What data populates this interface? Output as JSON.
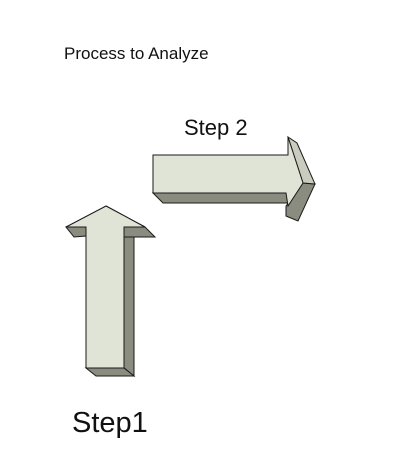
{
  "diagram": {
    "title": "Process to Analyze",
    "steps": [
      {
        "id": "step1",
        "label": "Step1",
        "direction": "up"
      },
      {
        "id": "step2",
        "label": "Step 2",
        "direction": "right"
      }
    ],
    "colors": {
      "arrow_face": "#e0e4d6",
      "arrow_side": "#8a8c80",
      "arrow_outline": "#1a1a1a",
      "text": "#111111",
      "background": "#ffffff"
    }
  }
}
